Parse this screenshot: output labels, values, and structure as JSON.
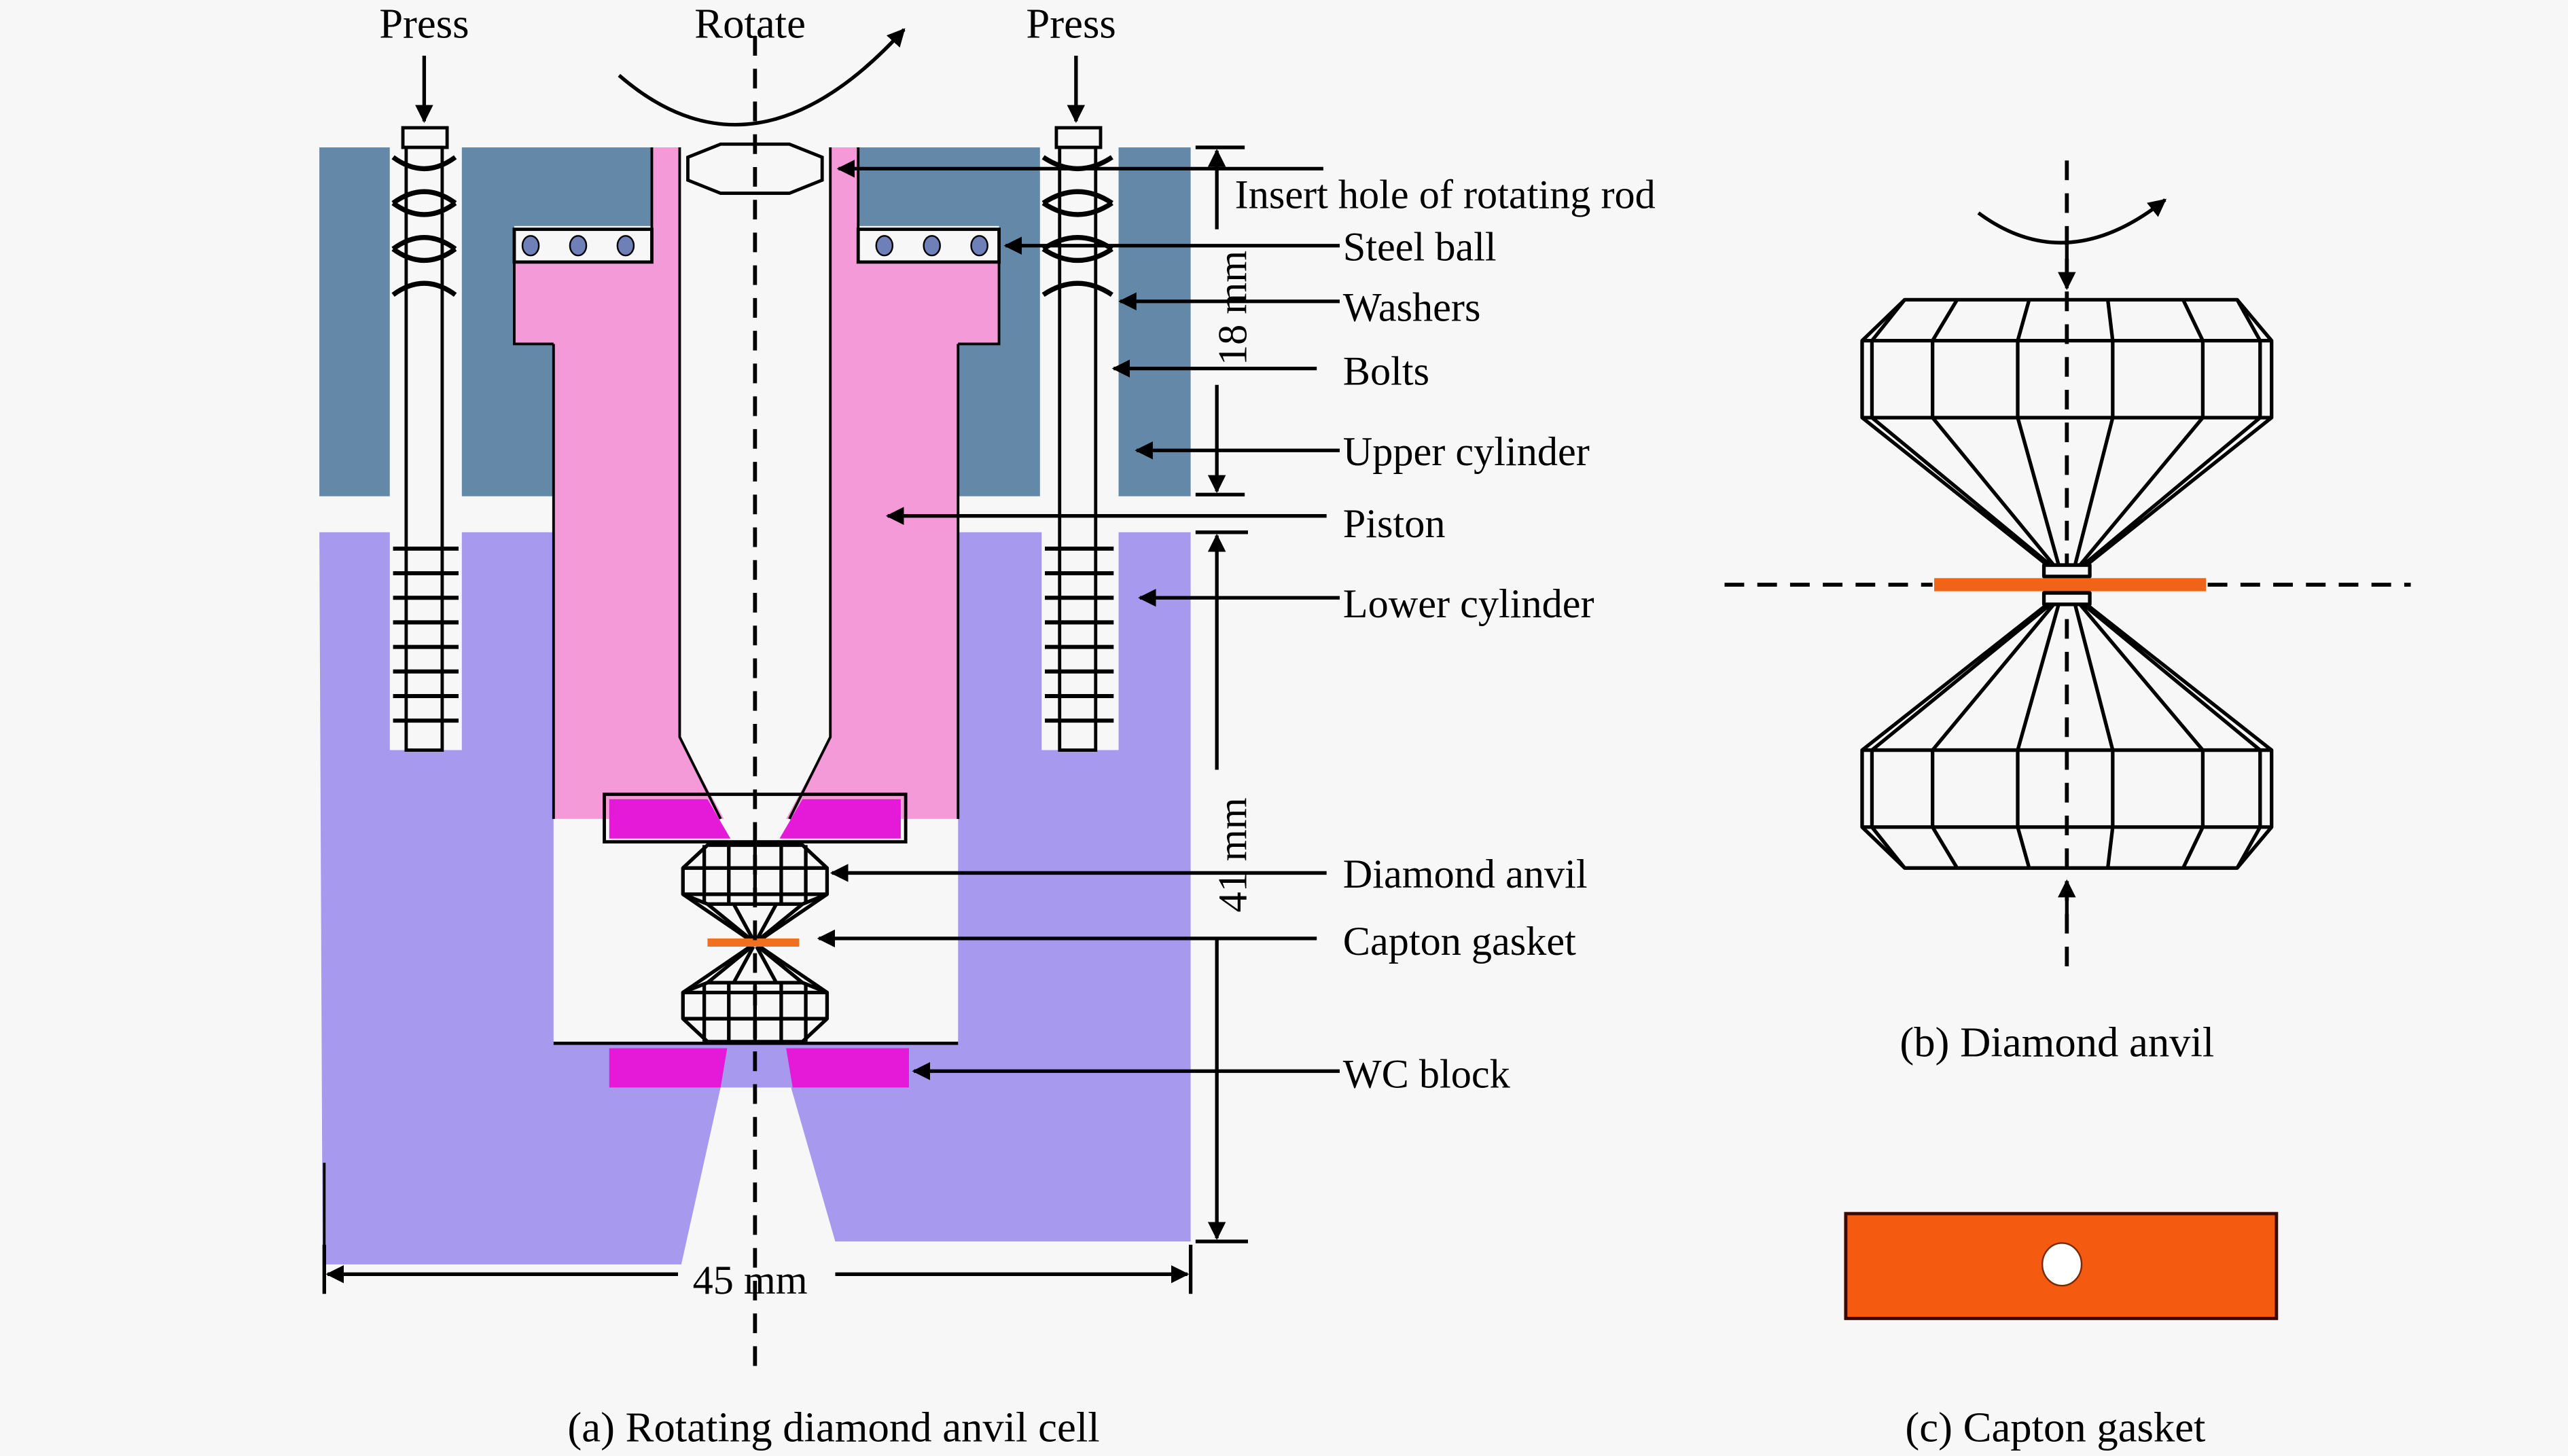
{
  "figure": {
    "panels": [
      {
        "id": "a",
        "caption": "(a) Rotating diamond anvil cell"
      },
      {
        "id": "b",
        "caption": "(b) Diamond anvil"
      },
      {
        "id": "c",
        "caption": "(c) Capton gasket"
      }
    ],
    "top_labels": {
      "press_left": "Press",
      "rotate": "Rotate",
      "press_right": "Press"
    },
    "callouts": [
      {
        "key": "insert_hole",
        "label": "Insert hole of rotating rod"
      },
      {
        "key": "steel_ball",
        "label": "Steel ball"
      },
      {
        "key": "washers",
        "label": "Washers"
      },
      {
        "key": "bolts",
        "label": "Bolts"
      },
      {
        "key": "upper_cylinder",
        "label": "Upper cylinder"
      },
      {
        "key": "piston",
        "label": "Piston"
      },
      {
        "key": "lower_cylinder",
        "label": "Lower cylinder"
      },
      {
        "key": "diamond_anvil",
        "label": "Diamond anvil"
      },
      {
        "key": "capton_gasket",
        "label": "Capton gasket"
      },
      {
        "key": "wc_block",
        "label": "WC block"
      }
    ],
    "dimensions": {
      "upper_height": "18 mm",
      "lower_height": "41 mm",
      "width": "45 mm"
    },
    "colors": {
      "background": "#f7f7f7",
      "upper_cylinder": "#6388a8",
      "lower_cylinder": "#a699ee",
      "piston": "#f59ad8",
      "wc_block": "#e41ad8",
      "gasket": "#f45a10",
      "line": "#000000"
    }
  }
}
